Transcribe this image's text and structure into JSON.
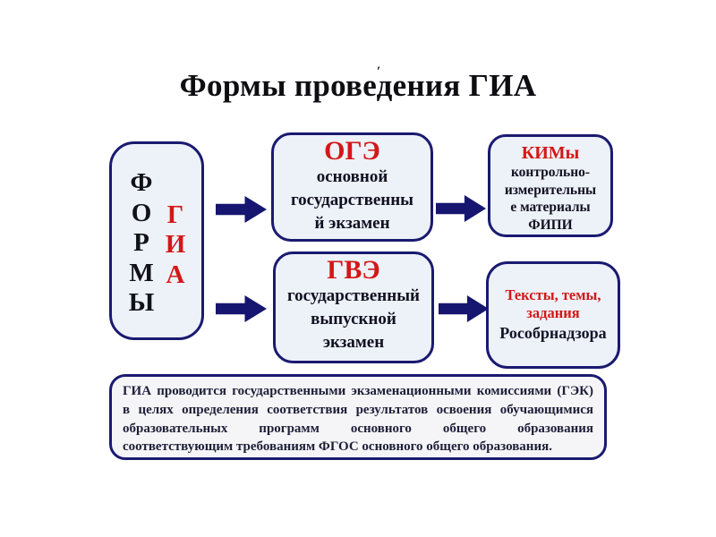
{
  "title": {
    "text": "Формы проведения ГИА",
    "accent": "ʹ"
  },
  "colors": {
    "navy_border": "#1a1a70",
    "arrow_navy": "#161670",
    "accent_red": "#d41717",
    "box_fill": "#edf1f8",
    "note_fill": "#f5f5f8",
    "dark_text": "#101020"
  },
  "left_box": {
    "formy": [
      "Ф",
      "О",
      "Р",
      "М",
      "Ы"
    ],
    "gia": [
      "Г",
      "И",
      "А"
    ]
  },
  "oge_box": {
    "title": "ОГЭ",
    "lines": [
      "основной",
      "государственны",
      "й экзамен"
    ]
  },
  "gve_box": {
    "title": "ГВЭ",
    "lines": [
      "государственный",
      "выпускной",
      "экзамен"
    ]
  },
  "kim_box": {
    "title": "КИМы",
    "lines": [
      "контрольно-",
      "измерительны",
      "е материалы",
      "ФИПИ"
    ]
  },
  "texts_box": {
    "red_lines": [
      "Тексты, темы,",
      "задания"
    ],
    "dark_line": "Рособрнадзора"
  },
  "note_box": {
    "lines": [
      "ГИА проводится государственными экзаменационными комиссиями (ГЭК)",
      "в целях определения соответствия результатов освоения обучающимися",
      "образовательных программ основного общего образования",
      "соответствующим требованиям ФГОС основного общего образования."
    ]
  }
}
